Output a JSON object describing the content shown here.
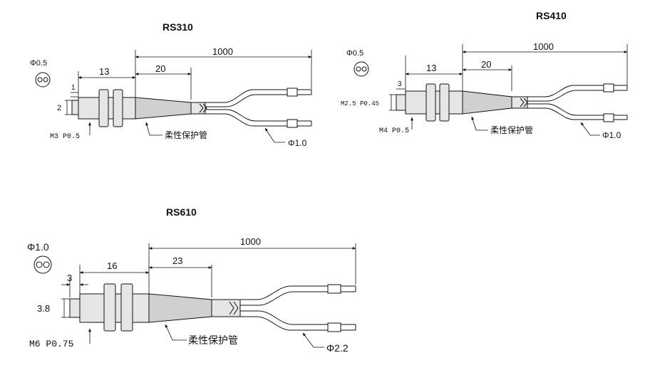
{
  "diagrams": [
    {
      "model": "RS310",
      "phi_top": "Φ0.5",
      "dim_body": "13",
      "dim_taper": "20",
      "dim_cable": "1000",
      "dim_tip_len": "1",
      "dim_tip_dia": "2",
      "thread": "M3 P0.5",
      "hose": "柔性保护管",
      "fiber_dia": "Φ1.0"
    },
    {
      "model": "RS410",
      "phi_top": "Φ0.5",
      "dim_body": "13",
      "dim_taper": "20",
      "dim_cable": "1000",
      "dim_tip_len": "3",
      "dim_tip_dia": "M2.5 P0.45",
      "thread": "M4 P0.5",
      "hose": "柔性保护管",
      "fiber_dia": "Φ1.0"
    },
    {
      "model": "RS610",
      "phi_top": "Φ1.0",
      "dim_body": "16",
      "dim_taper": "23",
      "dim_cable": "1000",
      "dim_tip_len": "3",
      "dim_tip_dia": "3.8",
      "thread": "M6 P0.75",
      "hose": "柔性保护管",
      "fiber_dia": "Φ2.2"
    }
  ]
}
